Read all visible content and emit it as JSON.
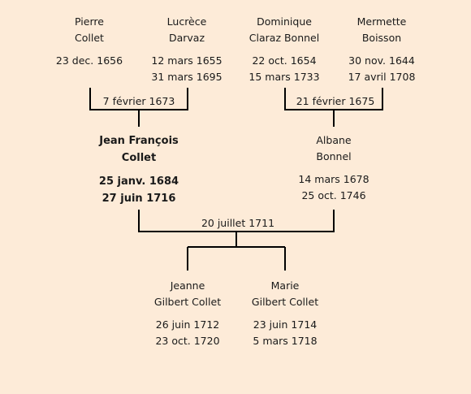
{
  "persons": {
    "p1": {
      "first": "Pierre",
      "last": "Collet",
      "birth": "23 dec. 1656",
      "death": ""
    },
    "p2": {
      "first": "Lucrèce",
      "last": "Darvaz",
      "birth": "12 mars 1655",
      "death": "31 mars 1695"
    },
    "p3": {
      "first": "Dominique",
      "last": "Claraz Bonnel",
      "birth": "22 oct. 1654",
      "death": "15 mars 1733"
    },
    "p4": {
      "first": "Mermette",
      "last": "Boisson",
      "birth": "30 nov. 1644",
      "death": "17 avril 1708"
    },
    "p5": {
      "first": "Jean François",
      "last": "Collet",
      "birth": "25 janv. 1684",
      "death": "27 juin 1716"
    },
    "p6": {
      "first": "Albane",
      "last": "Bonnel",
      "birth": "14 mars 1678",
      "death": "25 oct. 1746"
    },
    "p7": {
      "first": "Jeanne",
      "last": "Gilbert Collet",
      "birth": "26 juin 1712",
      "death": "23 oct. 1720"
    },
    "p8": {
      "first": "Marie",
      "last": "Gilbert Collet",
      "birth": "23 juin 1714",
      "death": "5 mars 1718"
    }
  },
  "marriages": {
    "m1": "7 février 1673",
    "m2": "21 février 1675",
    "m3": "20 juillet 1711"
  }
}
